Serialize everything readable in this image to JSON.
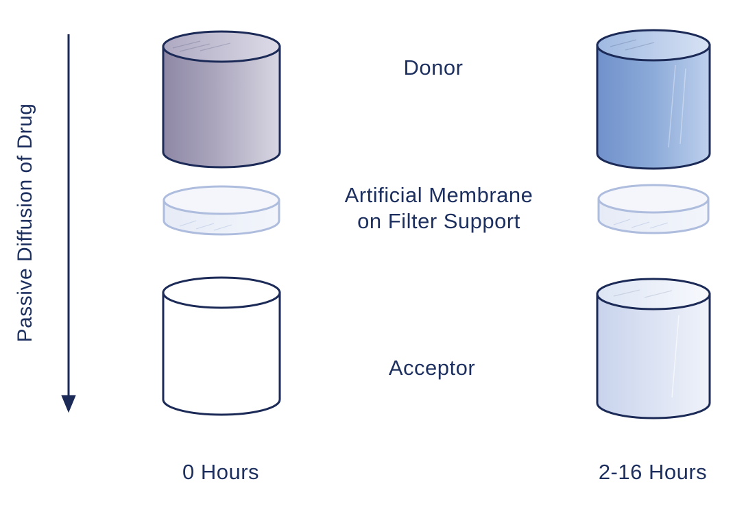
{
  "labels": {
    "axis": "Passive Diffusion of Drug",
    "donor": "Donor",
    "membrane_line1": "Artificial Membrane",
    "membrane_line2": "on Filter Support",
    "acceptor": "Acceptor",
    "time_left": "0 Hours",
    "time_right": "2-16 Hours"
  },
  "colors": {
    "outline_navy": "#1b2a56",
    "text_navy": "#1c2f5e",
    "donor_0h_fill": "#a09ab5",
    "donor_2_16h_fill": "#84a5d6",
    "acceptor_0h_fill": "#ffffff",
    "acceptor_2_16h_fill": "#dce3f3",
    "membrane_outline": "#aebdde",
    "membrane_fill": "#edf1f8"
  },
  "diagram": {
    "columns": [
      "0 Hours",
      "2-16 Hours"
    ],
    "rows": [
      "Donor",
      "Artificial Membrane on Filter Support",
      "Acceptor"
    ],
    "flow_direction": "top-to-bottom"
  }
}
